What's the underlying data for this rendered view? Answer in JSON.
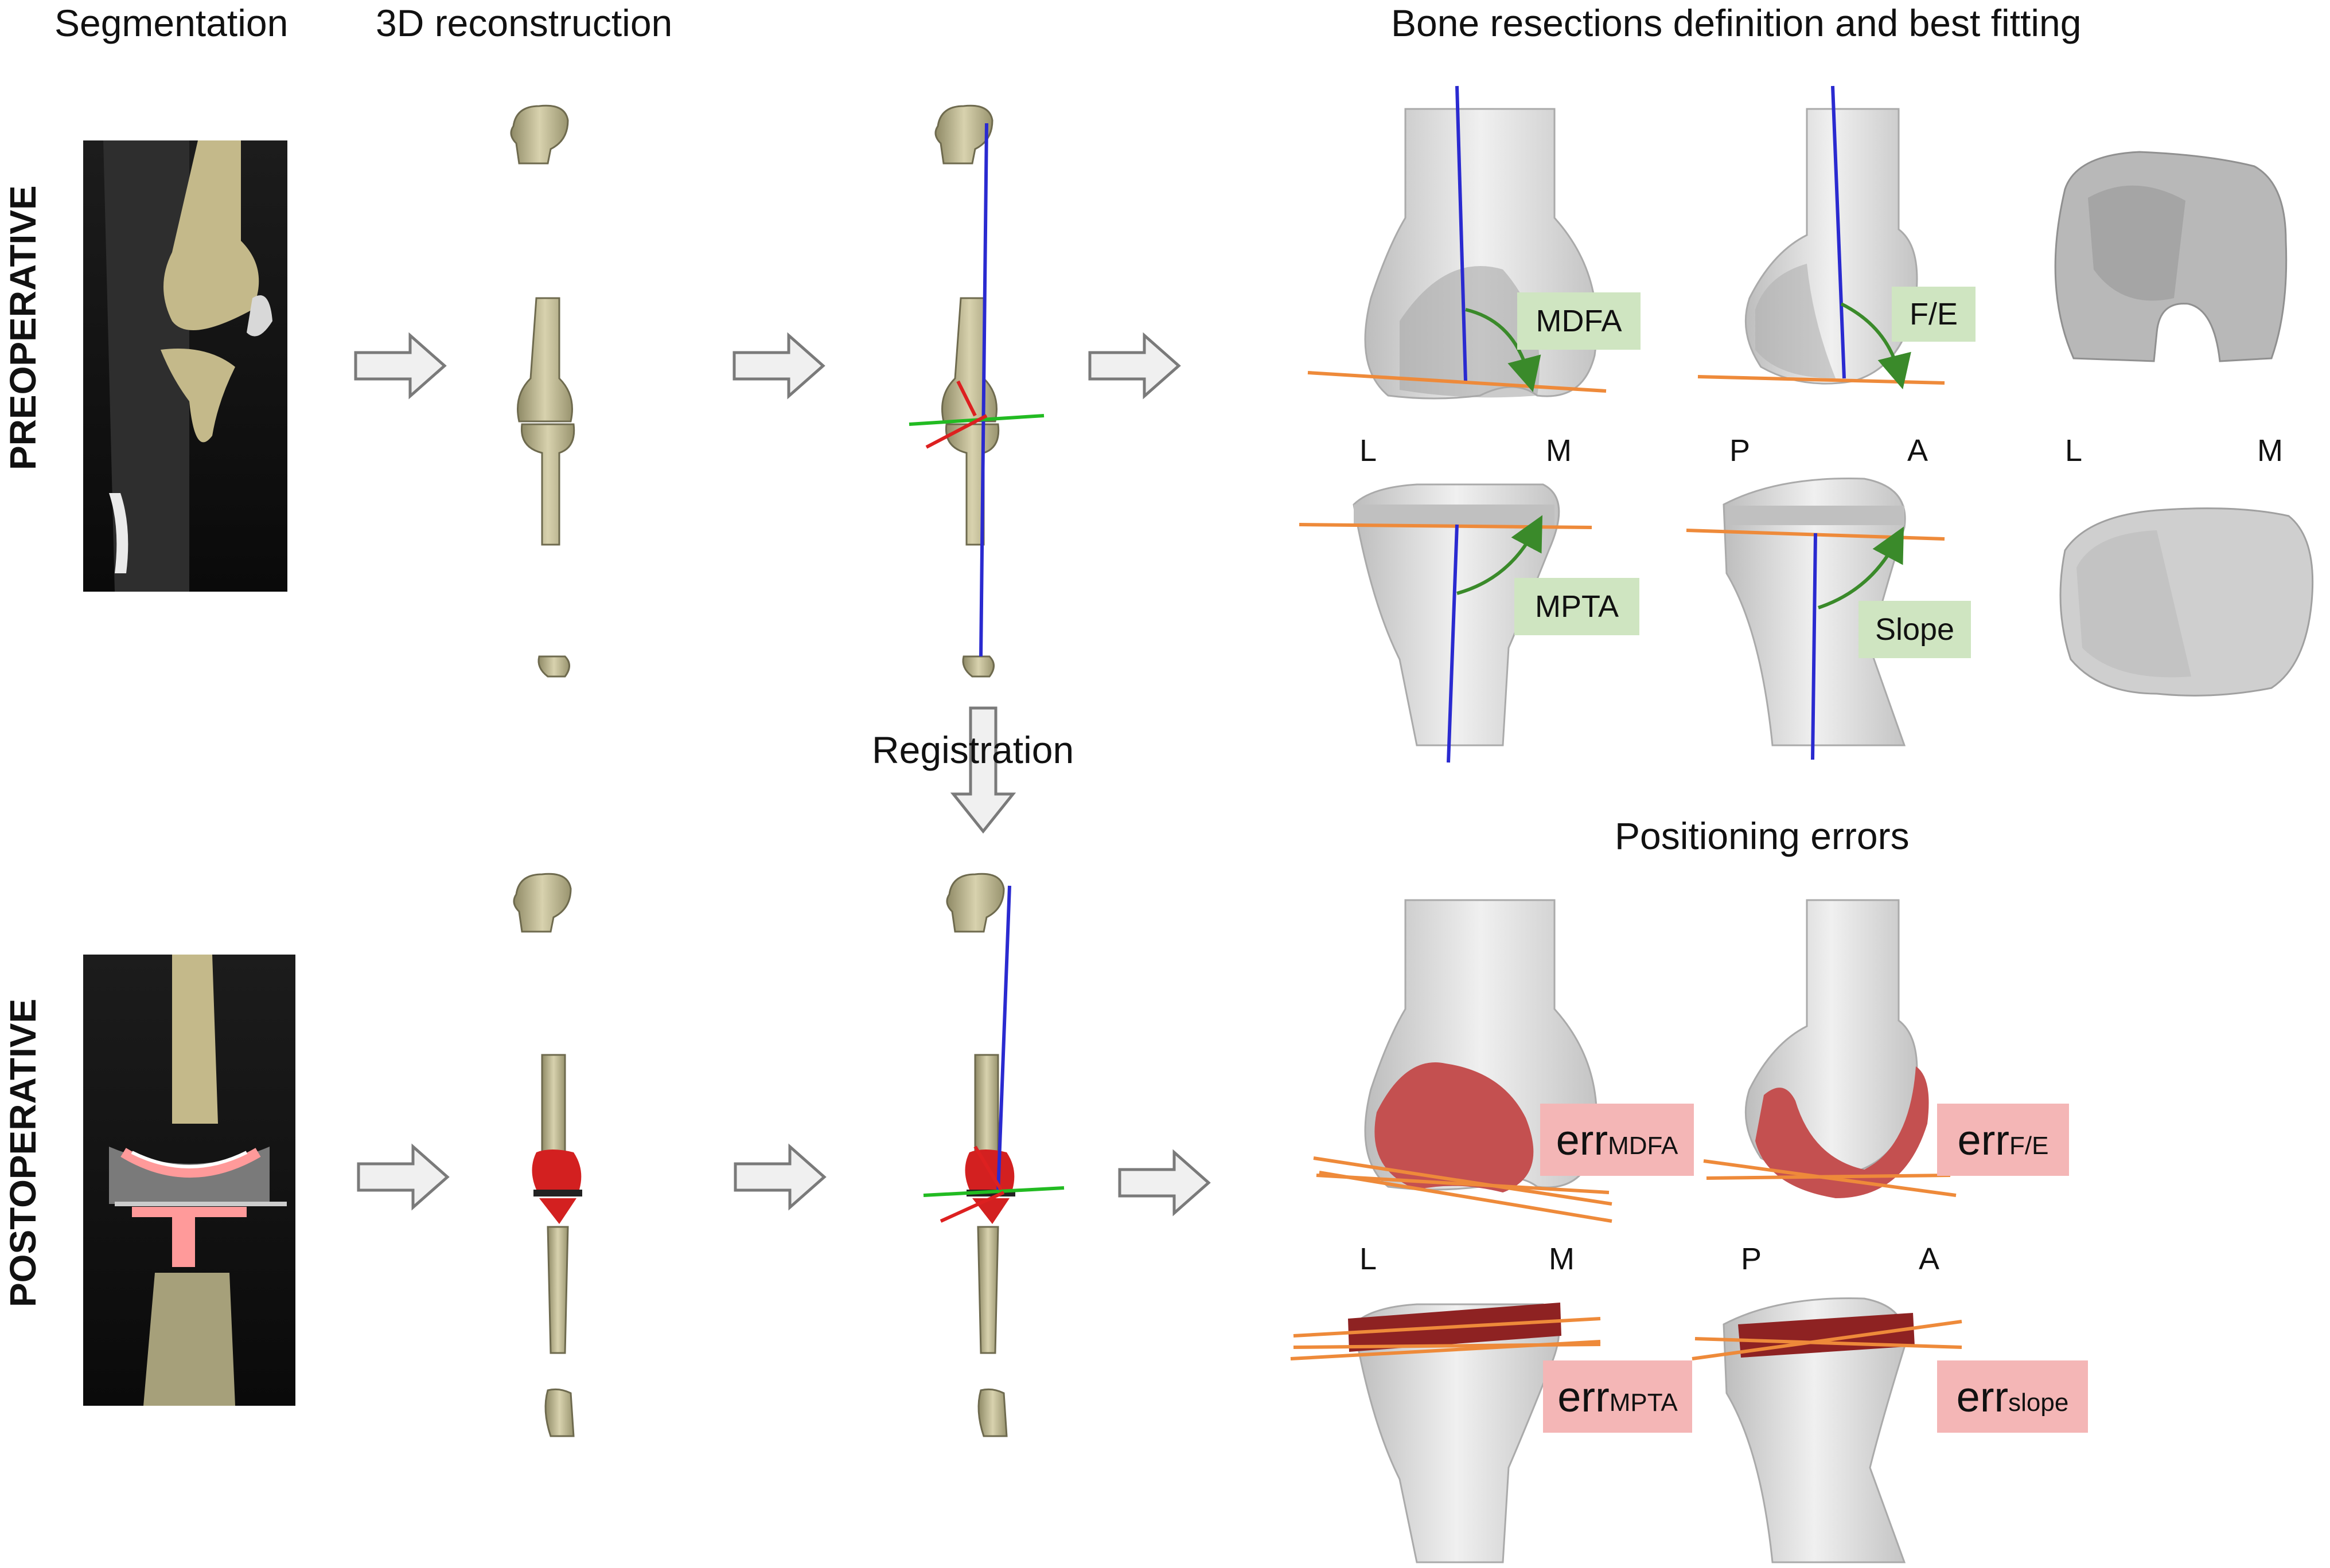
{
  "headers": {
    "segmentation": "Segmentation",
    "reconstruction": "3D reconstruction",
    "resections": "Bone resections definition and best fitting",
    "registration": "Registration",
    "errors": "Positioning errors"
  },
  "rows": {
    "pre": "PREOPERATIVE",
    "post": "POSTOPERATIVE"
  },
  "angles": {
    "mdfa": "MDFA",
    "fe": "F/E",
    "mpta": "MPTA",
    "slope": "Slope"
  },
  "errors": {
    "prefix": "err",
    "mdfa": "MDFA",
    "fe": "F/E",
    "mpta": "MPTA",
    "slope": "slope"
  },
  "directions": {
    "pre_front": [
      "L",
      "M"
    ],
    "pre_side": [
      "P",
      "A"
    ],
    "pre_implant": [
      "L",
      "M"
    ],
    "post_front": [
      "L",
      "M"
    ],
    "post_side": [
      "P",
      "A"
    ]
  },
  "colors": {
    "bone": "#c9c3a0",
    "bone_3d": "#d8d8d8",
    "implant": "#d32020",
    "resection_line": "#ee8a3a",
    "mechanical_axis": "#2a2ad0",
    "angle_badge": "#cfe5c1",
    "error_badge": "#f4b6b6",
    "error_implant": "#c45050"
  }
}
